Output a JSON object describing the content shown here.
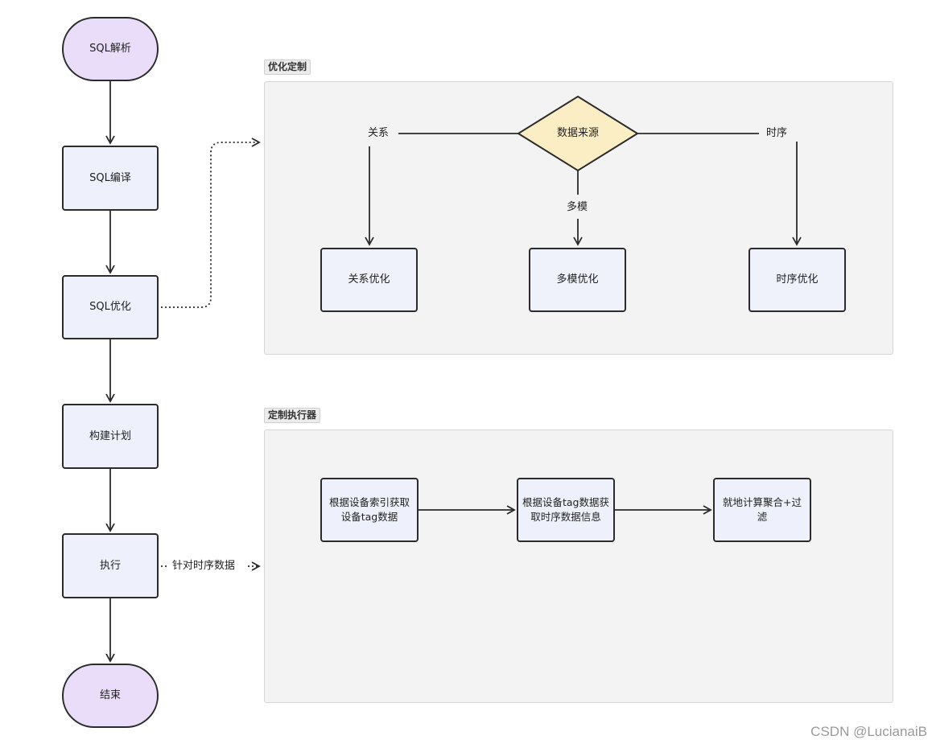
{
  "main_flow": {
    "start": "SQL解析",
    "compile": "SQL编译",
    "optimize": "SQL优化",
    "build_plan": "构建计划",
    "execute": "执行",
    "end": "结束"
  },
  "optimization_panel": {
    "title": "优化定制",
    "decision": "数据来源",
    "branches": {
      "relational": "关系",
      "multimodel": "多模",
      "timeseries": "时序"
    },
    "targets": {
      "relational": "关系优化",
      "multimodel": "多模优化",
      "timeseries": "时序优化"
    }
  },
  "executor_panel": {
    "title": "定制执行器",
    "steps": [
      "根据设备索引获取设备tag数据",
      "根据设备tag数据获取时序数据信息",
      "就地计算聚合+过滤"
    ]
  },
  "execute_link_label": "针对时序数据",
  "watermark": "CSDN @LucianaiB",
  "colors": {
    "flow_node": "#eef1fb",
    "terminal_node": "#e9ddf9",
    "decision_node": "#fbeec4",
    "panel": "#f3f3f3",
    "stroke": "#2b2b2b"
  }
}
